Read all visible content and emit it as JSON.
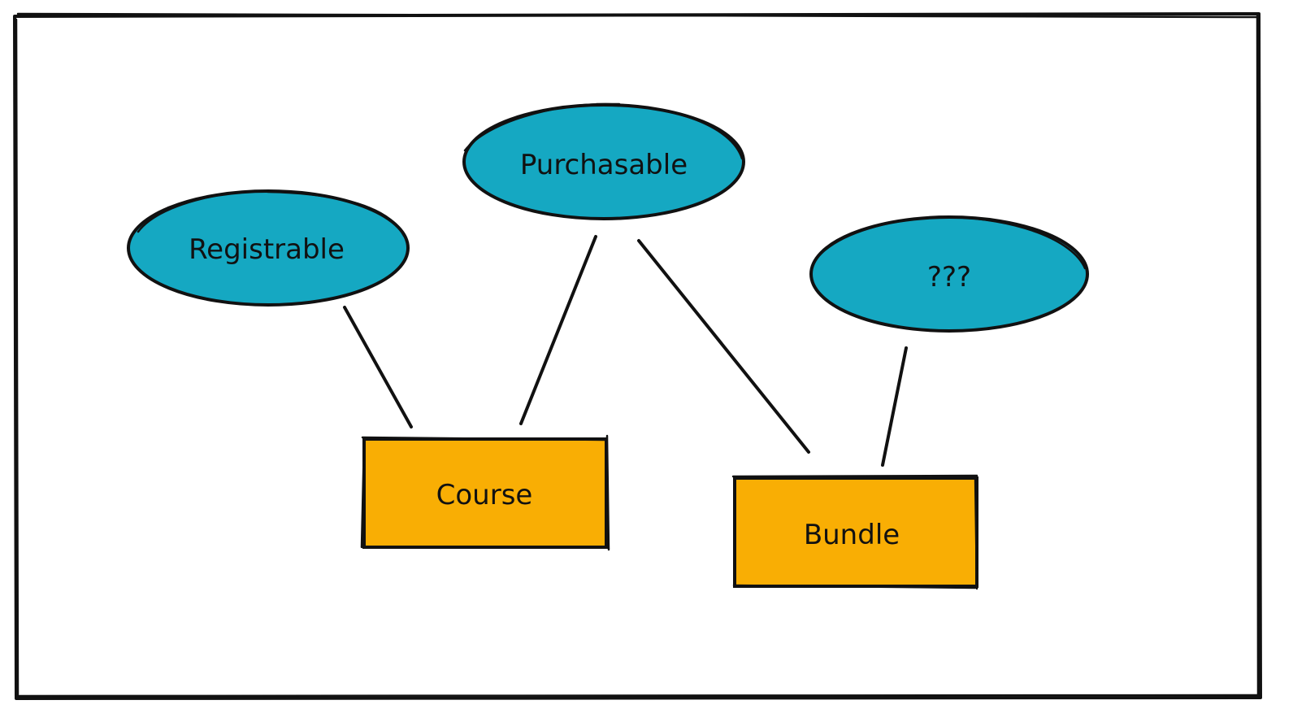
{
  "diagram": {
    "nodes": [
      {
        "id": "registrable",
        "label": "Registrable",
        "shape": "ellipse",
        "fill": "#15a8c2"
      },
      {
        "id": "purchasable",
        "label": "Purchasable",
        "shape": "ellipse",
        "fill": "#15a8c2"
      },
      {
        "id": "unknown",
        "label": "???",
        "shape": "ellipse",
        "fill": "#15a8c2"
      },
      {
        "id": "course",
        "label": "Course",
        "shape": "rectangle",
        "fill": "#f9ae04"
      },
      {
        "id": "bundle",
        "label": "Bundle",
        "shape": "rectangle",
        "fill": "#f9ae04"
      }
    ],
    "edges": [
      {
        "from": "registrable",
        "to": "course"
      },
      {
        "from": "purchasable",
        "to": "course"
      },
      {
        "from": "purchasable",
        "to": "bundle"
      },
      {
        "from": "unknown",
        "to": "bundle"
      }
    ]
  }
}
